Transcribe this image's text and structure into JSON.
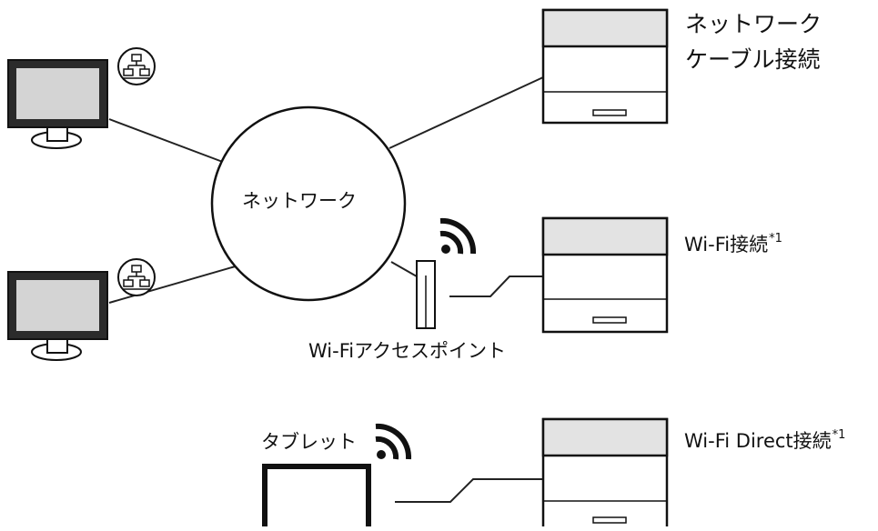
{
  "labels": {
    "network": "ネットワーク",
    "cable_line1": "ネットワーク",
    "cable_line2": "ケーブル接続",
    "wifi_connection": "Wi-Fi接続",
    "wifi_direct_connection": "Wi-Fi Direct接続",
    "footnote_mark": "*1",
    "access_point": "Wi-Fiアクセスポイント",
    "tablet": "タブレット"
  },
  "icons": {
    "network_badge": "network-badge-icon",
    "wifi": "wifi-signal-icon"
  }
}
